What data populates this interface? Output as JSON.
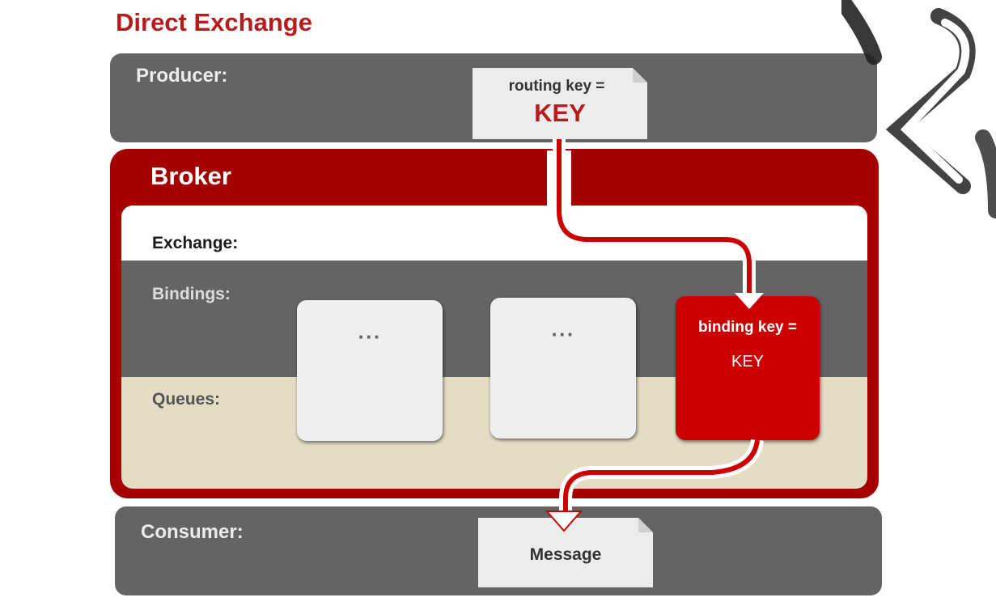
{
  "title": "Direct Exchange",
  "producer": {
    "label": "Producer:"
  },
  "routing_message": {
    "label": "routing key =",
    "value": "KEY"
  },
  "broker": {
    "title": "Broker",
    "rows": {
      "exchange": "Exchange:",
      "bindings": "Bindings:",
      "queues": "Queues:"
    },
    "queues": [
      {
        "text": "···"
      },
      {
        "text": "···"
      },
      {
        "binding_label": "binding key =",
        "binding_value": "KEY"
      }
    ]
  },
  "consumer": {
    "label": "Consumer:"
  },
  "delivered_message": {
    "label": "Message"
  },
  "colors": {
    "accent_red": "#b71c1c",
    "broker_red": "#a50000",
    "matched_queue_red": "#cc0000",
    "band_gray": "#646464",
    "queue_tan": "#e4dcc4"
  }
}
